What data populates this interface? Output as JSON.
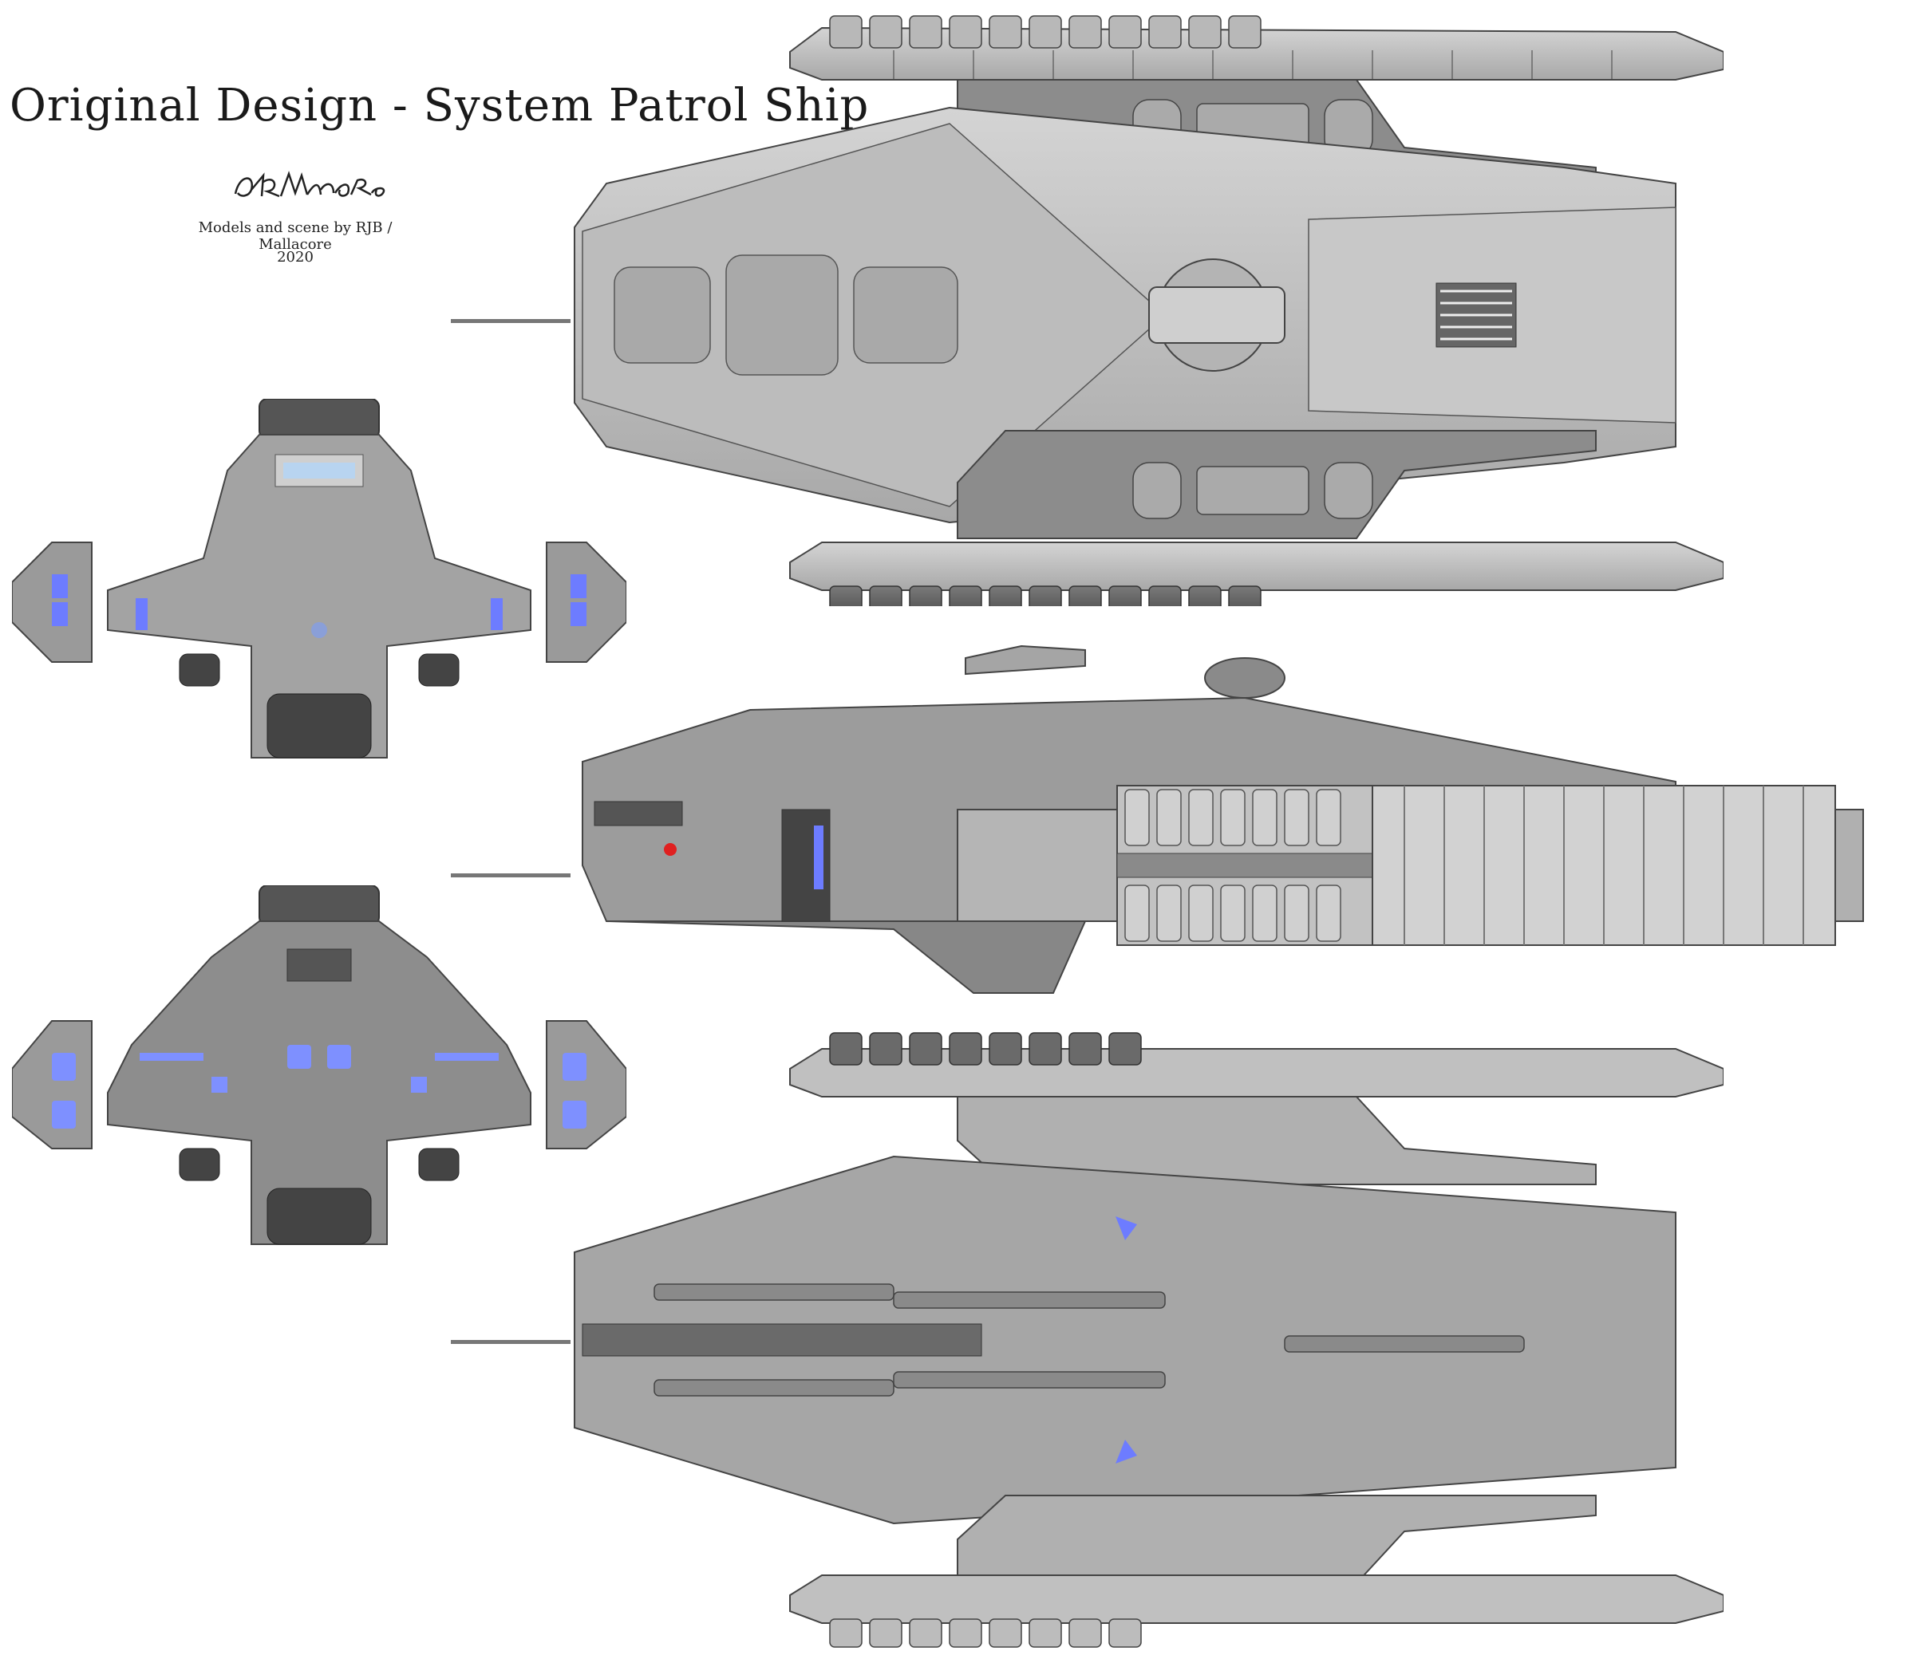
{
  "header": {
    "title": "Original Design - System Patrol Ship",
    "credit": "Models and scene by RJB / Mallacore",
    "year": "2020",
    "signature": "RJB/Mallacore"
  },
  "colors": {
    "hull_light": "#c4c4c4",
    "hull_mid": "#a0a0a0",
    "hull_dark": "#5a5a5a",
    "panel_line": "#3a3a3a",
    "engine_glow": "#6d7cff",
    "indicator_red": "#e02020"
  }
}
